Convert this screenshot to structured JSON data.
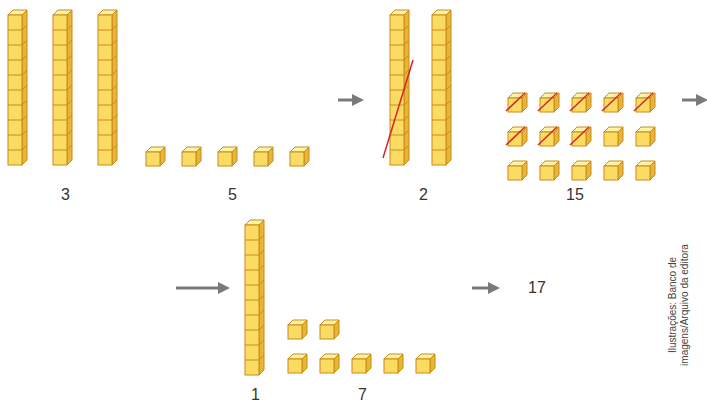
{
  "diagram": {
    "labels": [
      "3",
      "5",
      "2",
      "15",
      "1",
      "7",
      "17",
      "Ilustrações: Banco de imagens/Arquivo da editora"
    ]
  }
}
